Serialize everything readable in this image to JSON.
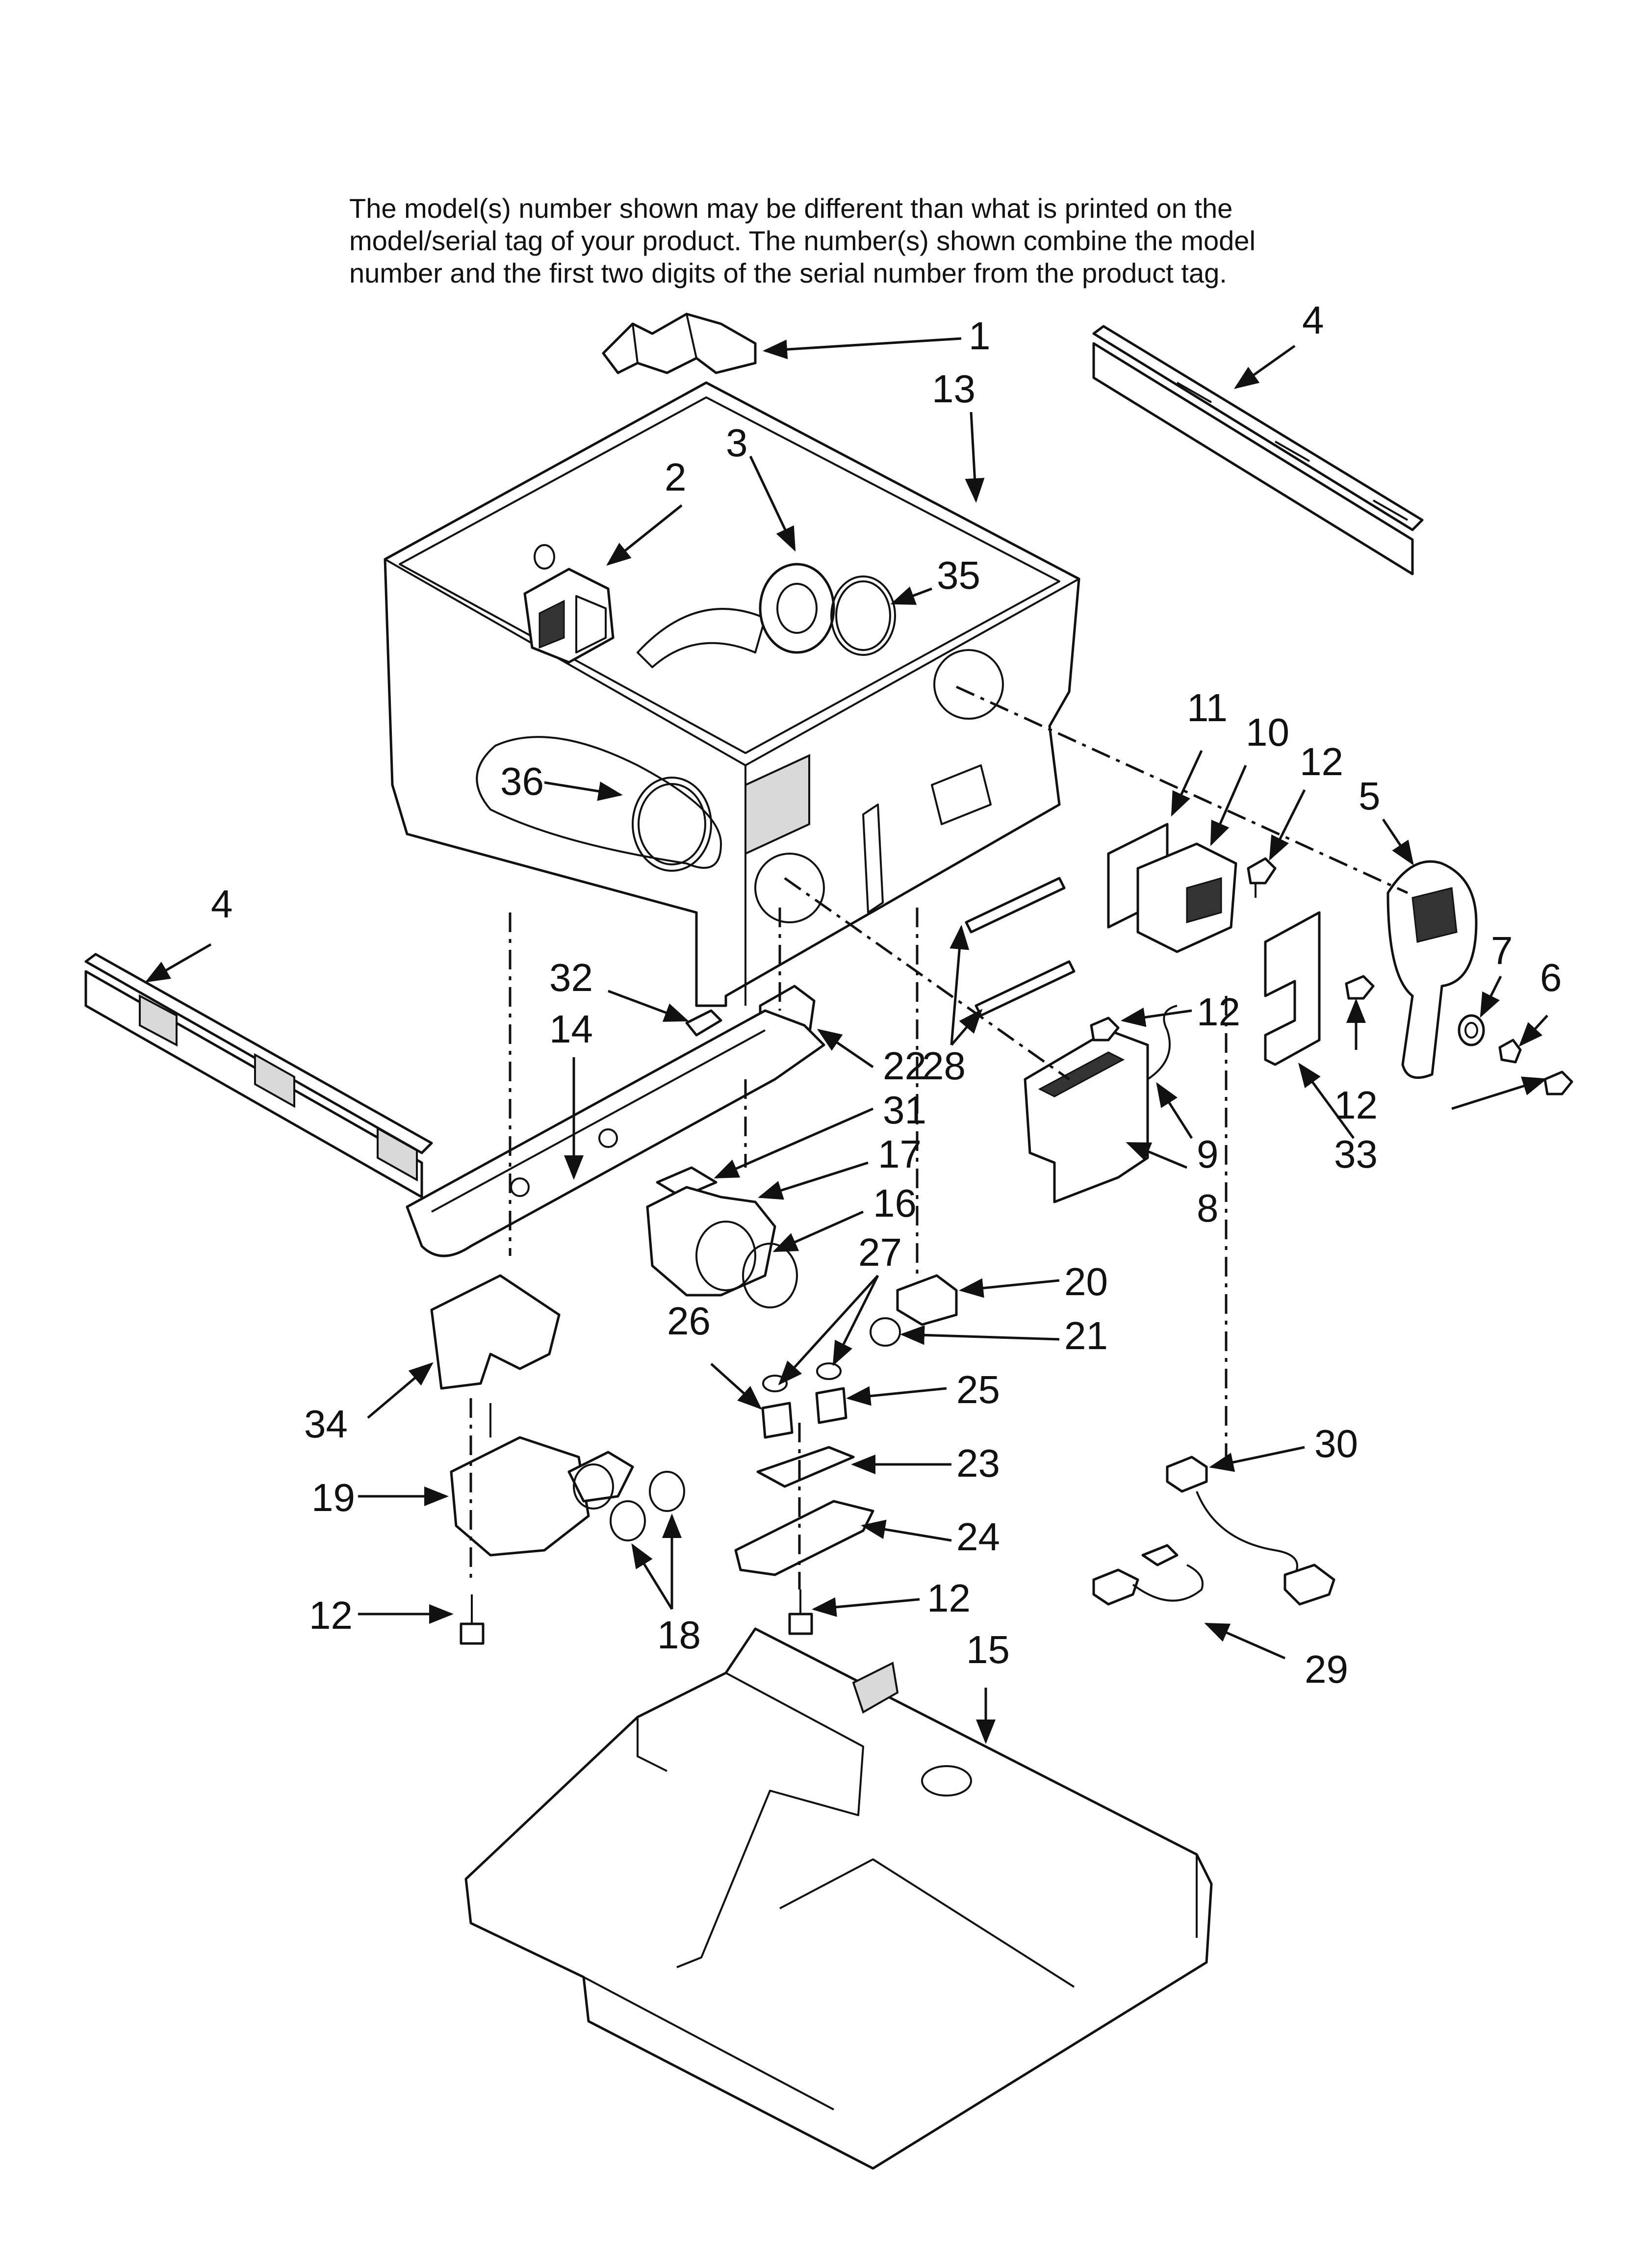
{
  "note": {
    "line1": "The model(s) number shown may be different than what is printed on the",
    "line2": "model/serial tag of your product. The number(s) shown combine the model",
    "line3": "number and the first two digits of the serial number from the product tag."
  },
  "callouts": {
    "c1": "1",
    "c2": "2",
    "c3": "3",
    "c4a": "4",
    "c4b": "4",
    "c5": "5",
    "c6": "6",
    "c7": "7",
    "c8": "8",
    "c9": "9",
    "c10": "10",
    "c11": "11",
    "c12a": "12",
    "c12b": "12",
    "c12c": "12",
    "c12d": "12",
    "c12e": "12",
    "c12f": "12",
    "c13": "13",
    "c14": "14",
    "c15": "15",
    "c16": "16",
    "c17": "17",
    "c18": "18",
    "c19": "19",
    "c20": "20",
    "c21": "21",
    "c22": "22",
    "c23": "23",
    "c24": "24",
    "c25": "25",
    "c26": "26",
    "c27": "27",
    "c28": "28",
    "c29": "29",
    "c30": "30",
    "c31": "31",
    "c32": "32",
    "c33": "33",
    "c34": "34",
    "c35": "35",
    "c36": "36"
  }
}
